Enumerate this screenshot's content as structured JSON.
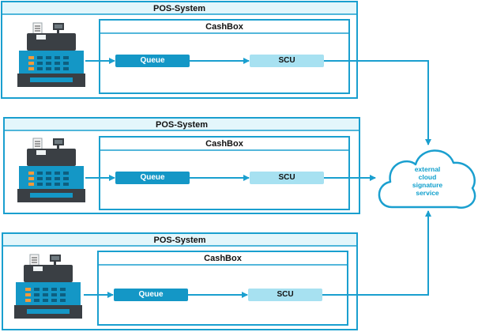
{
  "colors": {
    "border": "#1a9fcf",
    "title_bar": "#e3f6fb",
    "queue_fill": "#1497c6",
    "scu_fill": "#a7e1f1",
    "arrow": "#1a9fcf",
    "cloud_stroke": "#1a9fcf",
    "cloud_text": "#0f9fcc"
  },
  "systems": [
    {
      "title": "POS-System",
      "cashbox_label": "CashBox",
      "queue_label": "Queue",
      "scu_label": "SCU",
      "icon": "cash-register-icon"
    },
    {
      "title": "POS-System",
      "cashbox_label": "CashBox",
      "queue_label": "Queue",
      "scu_label": "SCU",
      "icon": "cash-register-icon"
    },
    {
      "title": "POS-System",
      "cashbox_label": "CashBox",
      "queue_label": "Queue",
      "scu_label": "SCU",
      "icon": "cash-register-icon"
    }
  ],
  "cloud": {
    "label": "external cloud signature service",
    "icon": "cloud-icon"
  }
}
